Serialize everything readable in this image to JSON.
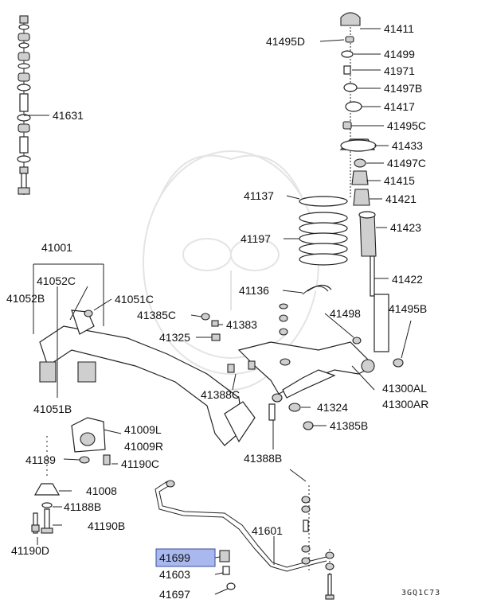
{
  "diagram": {
    "reference_code": "3GQ1C73",
    "highlight_color": "#a9b8ee",
    "labels": [
      {
        "id": "41411",
        "text": "41411"
      },
      {
        "id": "41495D",
        "text": "41495D"
      },
      {
        "id": "41499",
        "text": "41499"
      },
      {
        "id": "41971",
        "text": "41971"
      },
      {
        "id": "41497B",
        "text": "41497B"
      },
      {
        "id": "41417",
        "text": "41417"
      },
      {
        "id": "41495C",
        "text": "41495C"
      },
      {
        "id": "41433",
        "text": "41433"
      },
      {
        "id": "41497C",
        "text": "41497C"
      },
      {
        "id": "41415",
        "text": "41415"
      },
      {
        "id": "41137",
        "text": "41137"
      },
      {
        "id": "41421",
        "text": "41421"
      },
      {
        "id": "41197",
        "text": "41197"
      },
      {
        "id": "41423",
        "text": "41423"
      },
      {
        "id": "41631",
        "text": "41631"
      },
      {
        "id": "41001",
        "text": "41001"
      },
      {
        "id": "41052C",
        "text": "41052C"
      },
      {
        "id": "41052B",
        "text": "41052B"
      },
      {
        "id": "41136",
        "text": "41136"
      },
      {
        "id": "41422",
        "text": "41422"
      },
      {
        "id": "41051C",
        "text": "41051C"
      },
      {
        "id": "41385C",
        "text": "41385C"
      },
      {
        "id": "41498",
        "text": "41498"
      },
      {
        "id": "41495B",
        "text": "41495B"
      },
      {
        "id": "41383",
        "text": "41383"
      },
      {
        "id": "41325",
        "text": "41325"
      },
      {
        "id": "41300AL",
        "text": "41300AL"
      },
      {
        "id": "41388C",
        "text": "41388C"
      },
      {
        "id": "41300AR",
        "text": "41300AR"
      },
      {
        "id": "41051B",
        "text": "41051B"
      },
      {
        "id": "41324",
        "text": "41324"
      },
      {
        "id": "41009L",
        "text": "41009L"
      },
      {
        "id": "41385B",
        "text": "41385B"
      },
      {
        "id": "41009R",
        "text": "41009R"
      },
      {
        "id": "41189",
        "text": "41189"
      },
      {
        "id": "41190C",
        "text": "41190C"
      },
      {
        "id": "41388B",
        "text": "41388B"
      },
      {
        "id": "41008",
        "text": "41008"
      },
      {
        "id": "41188B",
        "text": "41188B"
      },
      {
        "id": "41190B",
        "text": "41190B"
      },
      {
        "id": "41601",
        "text": "41601"
      },
      {
        "id": "41190D",
        "text": "41190D"
      },
      {
        "id": "41699",
        "text": "41699"
      },
      {
        "id": "41603",
        "text": "41603"
      },
      {
        "id": "41697",
        "text": "41697"
      }
    ],
    "highlighted_part": "41699"
  }
}
